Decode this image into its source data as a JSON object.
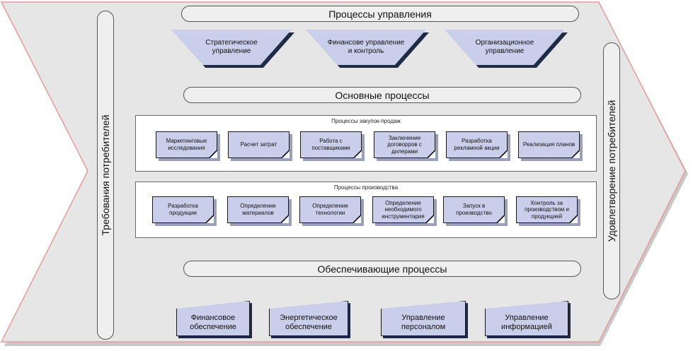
{
  "side": {
    "left_label": "Требования потребителей",
    "right_label": "Удовлетворение  потребителей"
  },
  "management": {
    "header": "Процессы управления",
    "items": [
      "Стратегическое управление",
      "Финансове управление и контроль",
      "Организационное управление"
    ]
  },
  "core": {
    "header": "Основные процессы",
    "sales": {
      "title": "Процессы закупок-продаж",
      "items": [
        "Маркетинговые исследования",
        "Расчет затрат",
        "Работа с поставщиками",
        "Заключение договорров с дилерами",
        "Разработка рекламной акции",
        "Реализация планов"
      ]
    },
    "production": {
      "title": "Процессы производства",
      "items": [
        "Разработка продукции",
        "Определение материалов",
        "Определение технологии",
        "Определение необходимого инструментария",
        "Запуск в производство",
        "Контроль за производством и продукцией"
      ]
    }
  },
  "support": {
    "header": "Обеспечивающие процессы",
    "items": [
      "Финансовое обеспечение",
      "Энергетическое обеспечение",
      "Управление персоналом",
      "Управление информацией"
    ]
  },
  "colors": {
    "frame_fill": "#e6e6e6",
    "frame_border": "#e89a9a",
    "process_fill": "#c9cfea",
    "shadow": "#1f2a44"
  }
}
